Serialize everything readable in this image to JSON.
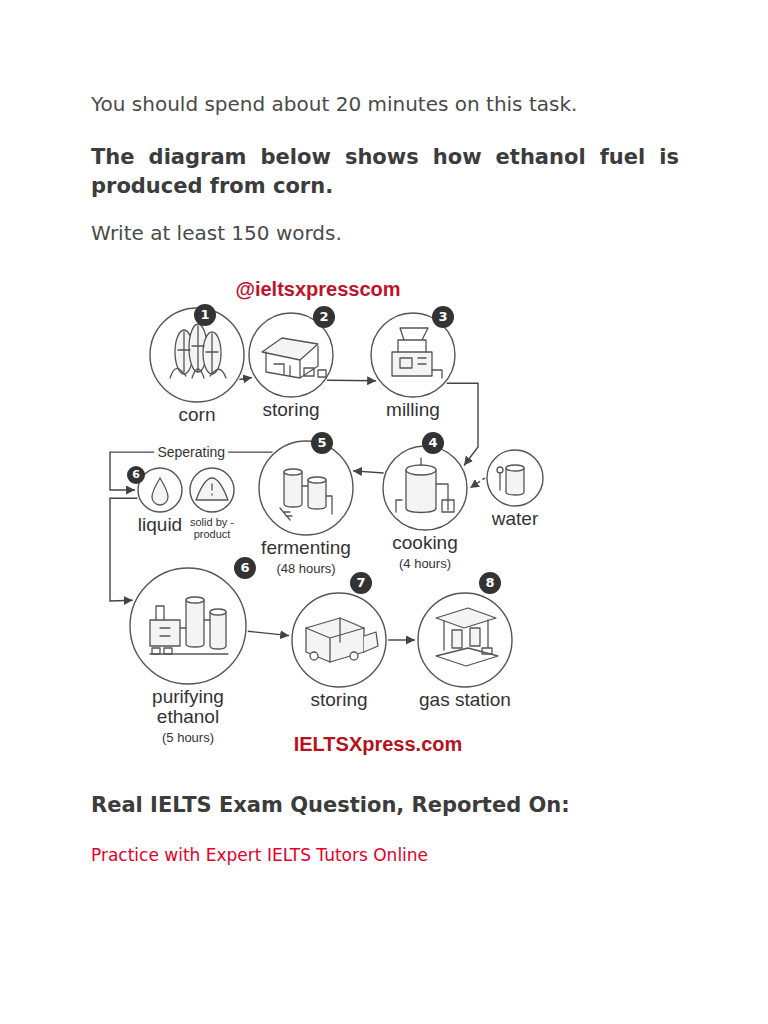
{
  "diagram": {
    "title": "The diagram below shows how ethanol fuel is produced from corn.",
    "nodes": [
      {
        "text": [
          "1",
          "corn"
        ]
      },
      {
        "text": [
          "2",
          "storing"
        ]
      },
      {
        "text": [
          "3",
          "milling"
        ]
      },
      {
        "text": [
          "6",
          "liquid"
        ]
      },
      {
        "text": [
          "solid by - product"
        ]
      },
      {
        "text": [
          "5",
          "fermenting",
          "(48 hours)"
        ]
      },
      {
        "text": [
          "4",
          "cooking",
          "(4 hours)"
        ]
      },
      {
        "text": [
          "water"
        ]
      },
      {
        "text": [
          "6",
          "purifying ethanol",
          "(5 hours)"
        ]
      },
      {
        "text": [
          "7",
          "storing"
        ]
      },
      {
        "text": [
          "8",
          "gas station"
        ]
      }
    ],
    "edges": [
      {
        "from": 0,
        "to": 1,
        "arrow": "to"
      },
      {
        "from": 1,
        "to": 2,
        "arrow": "to"
      },
      {
        "from": 2,
        "to": 6,
        "arrow": "to"
      },
      {
        "from": 7,
        "to": 6,
        "arrow": "to"
      },
      {
        "from": 6,
        "to": 5,
        "arrow": "to"
      },
      {
        "from": 5,
        "to": 3,
        "label": "Seperating",
        "arrow": "to"
      },
      {
        "from": 3,
        "to": 8,
        "arrow": "to"
      },
      {
        "from": 8,
        "to": 9,
        "arrow": "to"
      },
      {
        "from": 9,
        "to": 10,
        "arrow": "to"
      }
    ],
    "labels": [
      "You should spend about 20 minutes on this task.",
      "Write at least 150 words.",
      "@ieltsxpresscom",
      "IELTSXpress.com",
      "Real IELTS Exam Question, Reported On:",
      "Practice with Expert IELTS Tutors Online"
    ]
  }
}
